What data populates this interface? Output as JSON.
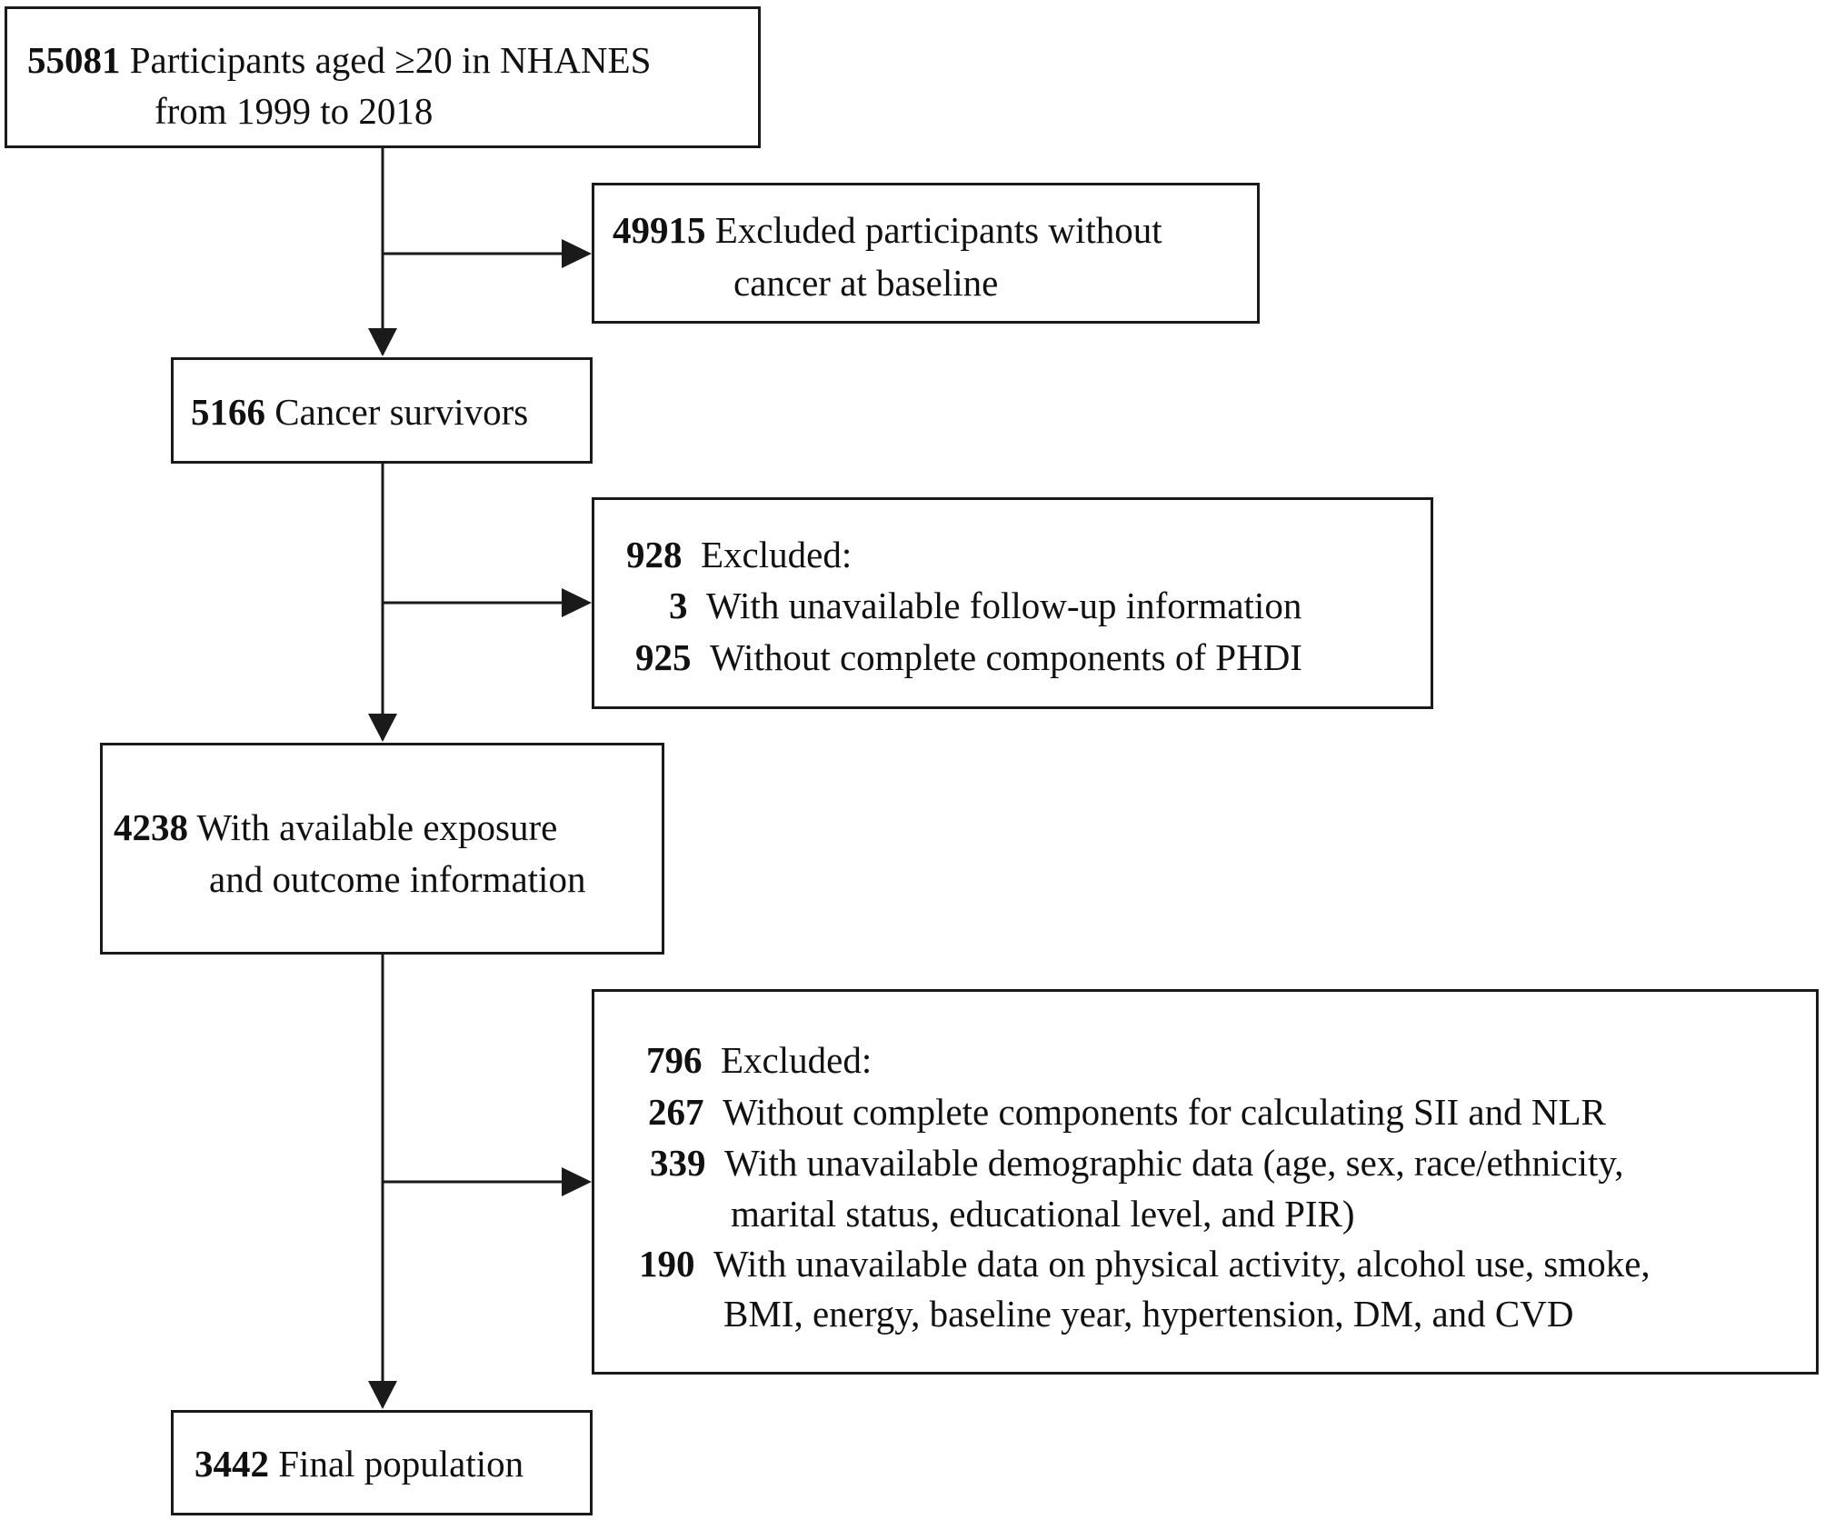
{
  "boxes": {
    "total": {
      "count": "55081",
      "line1": "Participants aged ≥20 in NHANES",
      "line2": "from 1999 to 2018"
    },
    "excl_cancer": {
      "count": "49915",
      "line1": "Excluded participants without",
      "line2": "cancer at baseline"
    },
    "survivors": {
      "count": "5166",
      "label": "Cancer survivors"
    },
    "excl_928": {
      "count": "928",
      "label": "Excluded:",
      "items": [
        {
          "count": "3",
          "text": "With unavailable follow-up information"
        },
        {
          "count": "925",
          "text": "Without complete components of PHDI"
        }
      ]
    },
    "available": {
      "count": "4238",
      "line1": "With available exposure",
      "line2": "and outcome information"
    },
    "excl_796": {
      "count": "796",
      "label": "Excluded:",
      "items": [
        {
          "count": "267",
          "line1": "Without complete components for calculating SII and NLR"
        },
        {
          "count": "339",
          "line1": "With unavailable demographic data (age, sex, race/ethnicity,",
          "line2": "marital status, educational level, and PIR)"
        },
        {
          "count": "190",
          "line1": "With unavailable data on physical activity, alcohol use, smoke,",
          "line2": "BMI, energy, baseline year, hypertension, DM, and CVD"
        }
      ]
    },
    "final": {
      "count": "3442",
      "label": "Final population"
    }
  }
}
